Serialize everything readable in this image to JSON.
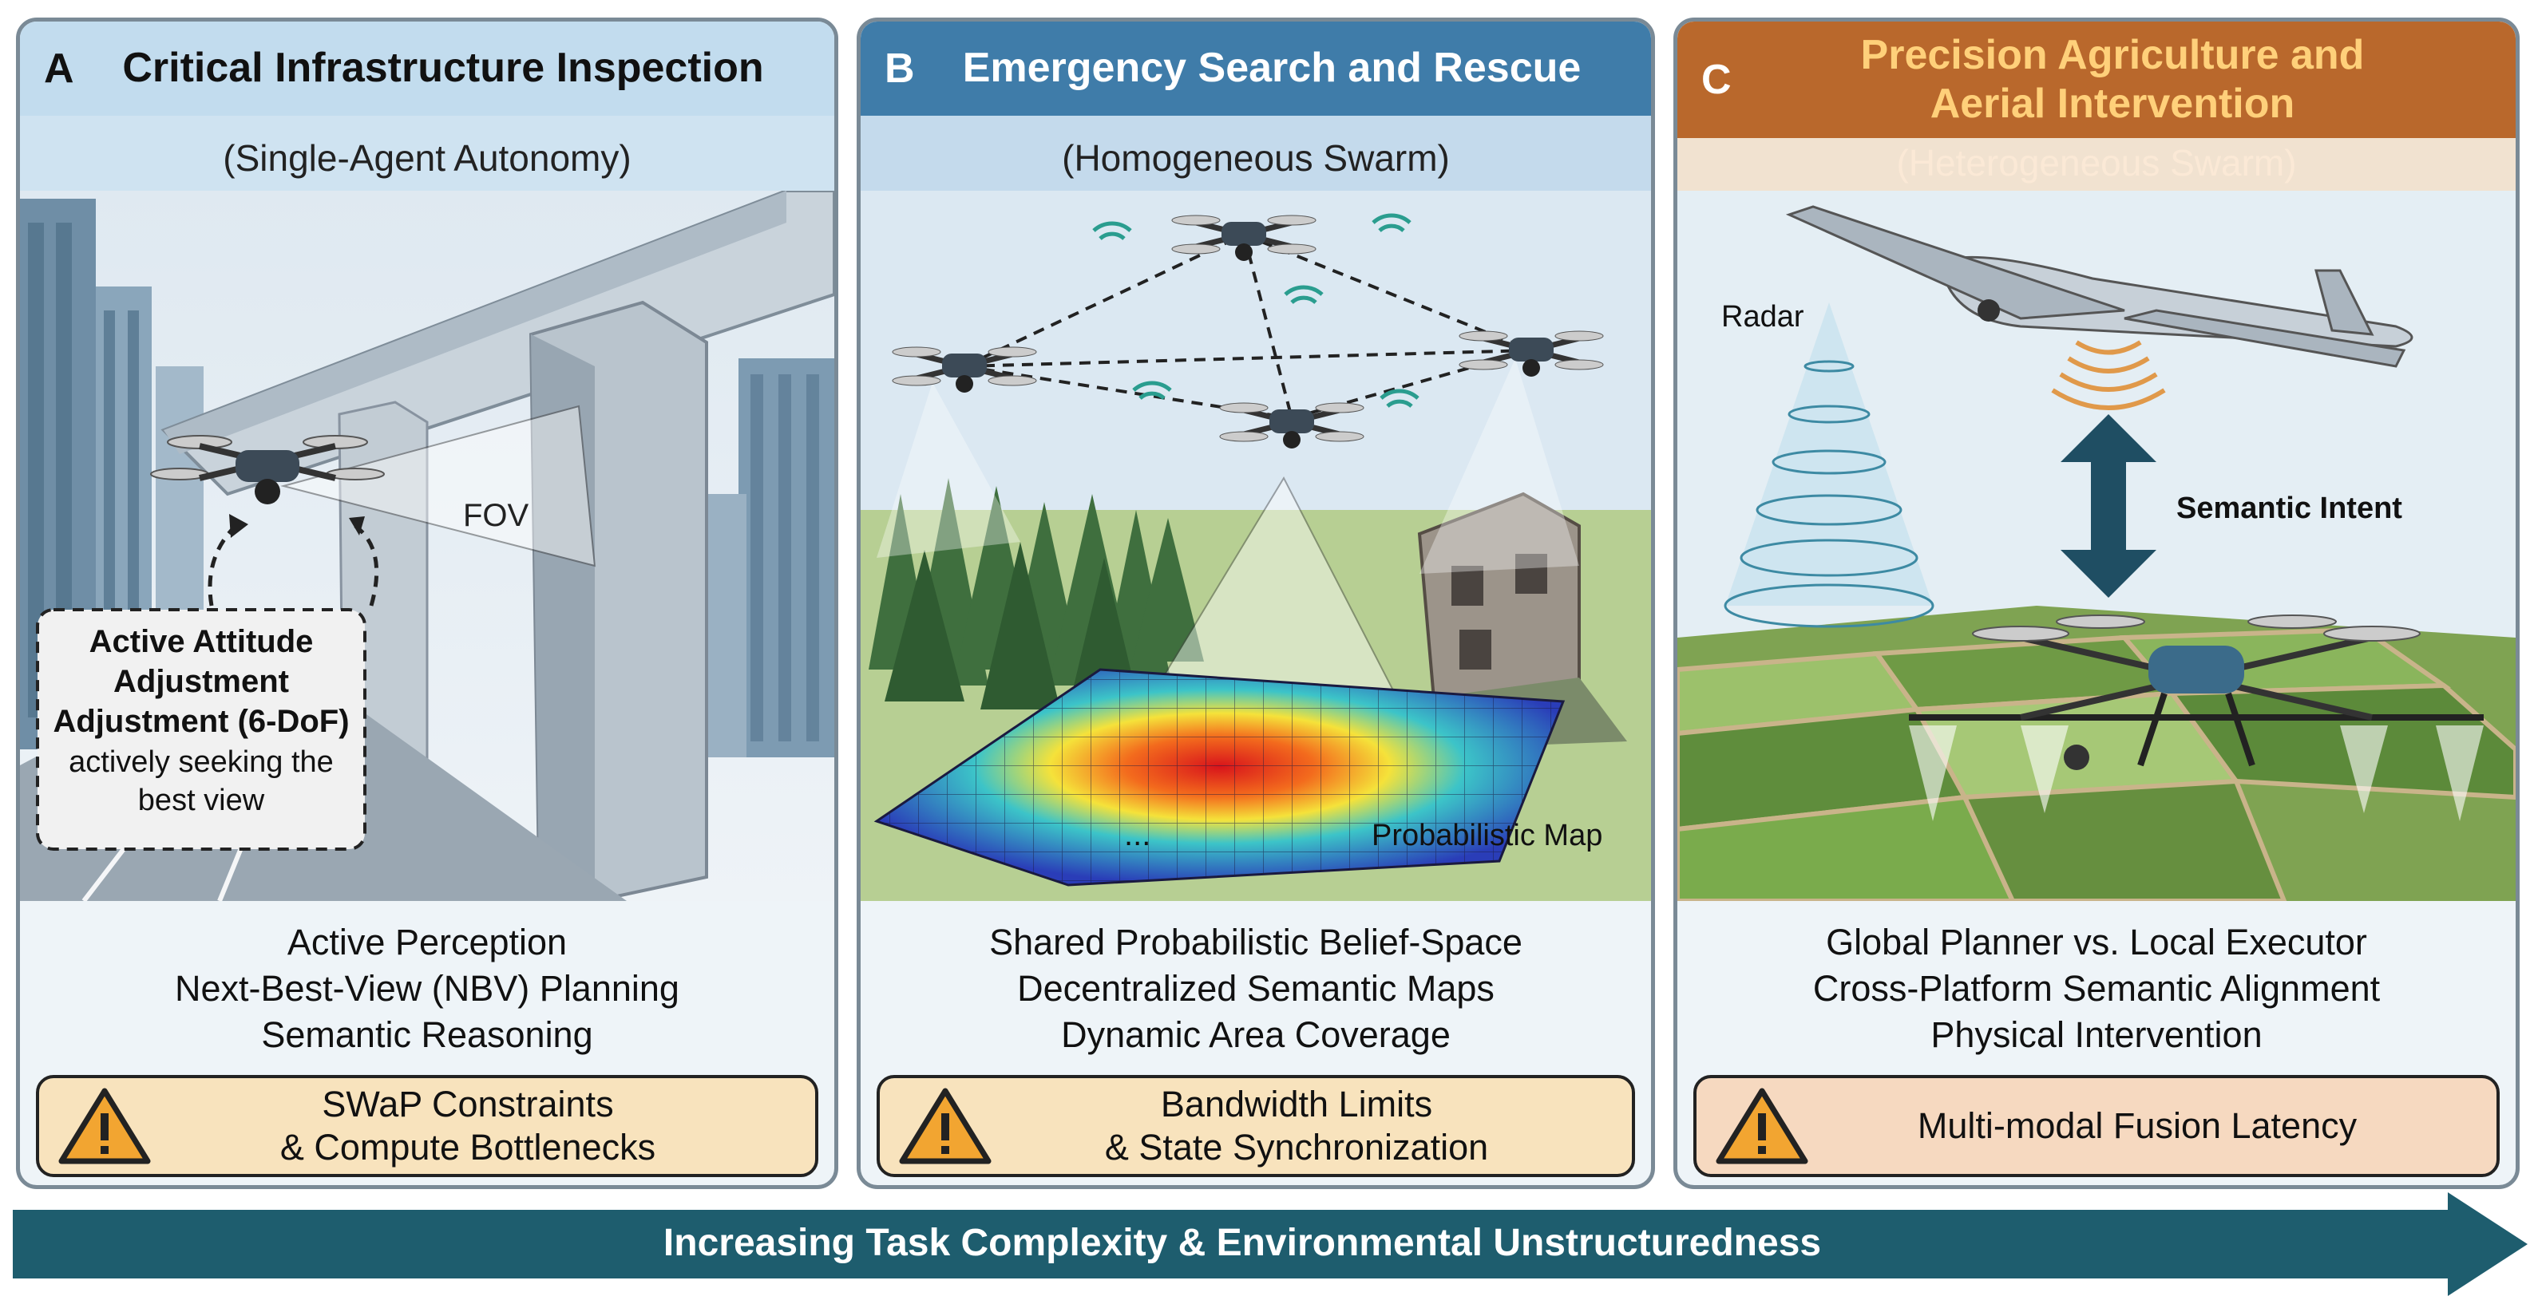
{
  "panels": [
    {
      "letter": "A",
      "title": "Critical Infrastructure Inspection",
      "subtitle": "(Single-Agent Autonomy)",
      "scene": {
        "fov_label": "FOV",
        "callout": [
          "Active Attitude",
          "Adjustment",
          "Adjustment (6-DoF)",
          "actively seeking the",
          "best view"
        ]
      },
      "features": [
        "Active Perception",
        "Next-Best-View (NBV) Planning",
        "Semantic Reasoning"
      ],
      "challenge": [
        "SWaP Constraints",
        "& Compute Bottlenecks"
      ]
    },
    {
      "letter": "B",
      "title": "Emergency Search and Rescue",
      "subtitle": "(Homogeneous Swarm)",
      "scene": {
        "map_label": "Probabilistic Map",
        "ellipsis": "..."
      },
      "features": [
        "Shared Probabilistic Belief-Space",
        "Decentralized Semantic Maps",
        "Dynamic Area Coverage"
      ],
      "challenge": [
        "Bandwidth Limits",
        "& State Synchronization"
      ]
    },
    {
      "letter": "C",
      "title": [
        "Precision Agriculture and",
        "Aerial Intervention"
      ],
      "subtitle": "(Heterogeneous Swarm)",
      "scene": {
        "radar_label": "Radar",
        "intent_label": "Semantic Intent"
      },
      "features": [
        "Global Planner vs. Local Executor",
        "Cross-Platform Semantic Alignment",
        "Physical Intervention"
      ],
      "challenge": [
        "Multi-modal Fusion Latency"
      ]
    }
  ],
  "bottom_arrow": {
    "label": "Increasing Task Complexity & Environmental Unstructuredness",
    "color": "#1e5d6e"
  },
  "colors": {
    "warning_fill": "#f2a531",
    "panel_b_header": "#3f7ca9",
    "panel_c_header": "#b9682c",
    "panel_c_title": "#ffd07a"
  }
}
